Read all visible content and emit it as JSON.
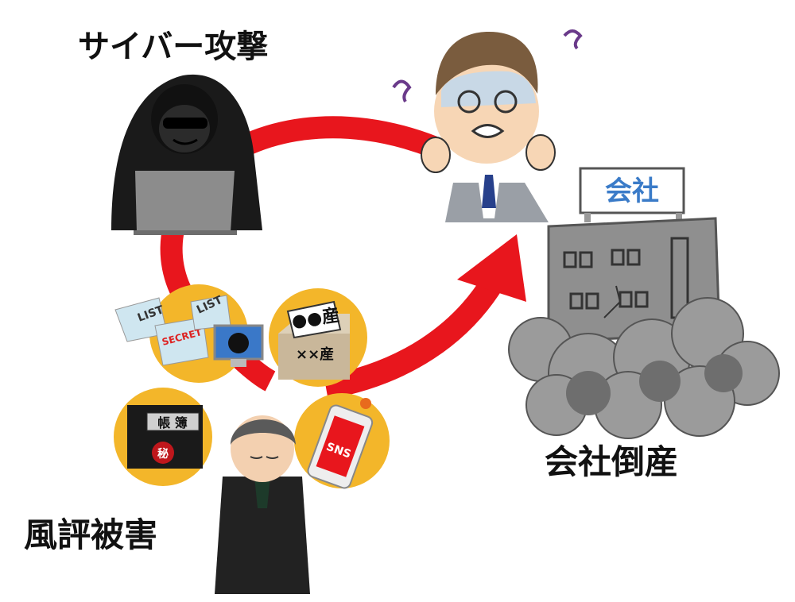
{
  "labels": {
    "cyber_attack": "サイバー攻撃",
    "reputation_damage": "風評被害",
    "bankruptcy": "会社倒産"
  },
  "building": {
    "sign": "会社"
  },
  "rumor_bubbles": {
    "doc_list": "LIST",
    "doc_secret": "SECRET",
    "box_top": "●●産",
    "box_bottom": "××産",
    "ledger": "帳 簿",
    "seal": "秘",
    "phone_app": "SNS"
  },
  "colors": {
    "arrow": "#e8161d",
    "bubble": "#f3b62a",
    "building": "#8f8f8f",
    "sign_text": "#3a7bc8"
  }
}
